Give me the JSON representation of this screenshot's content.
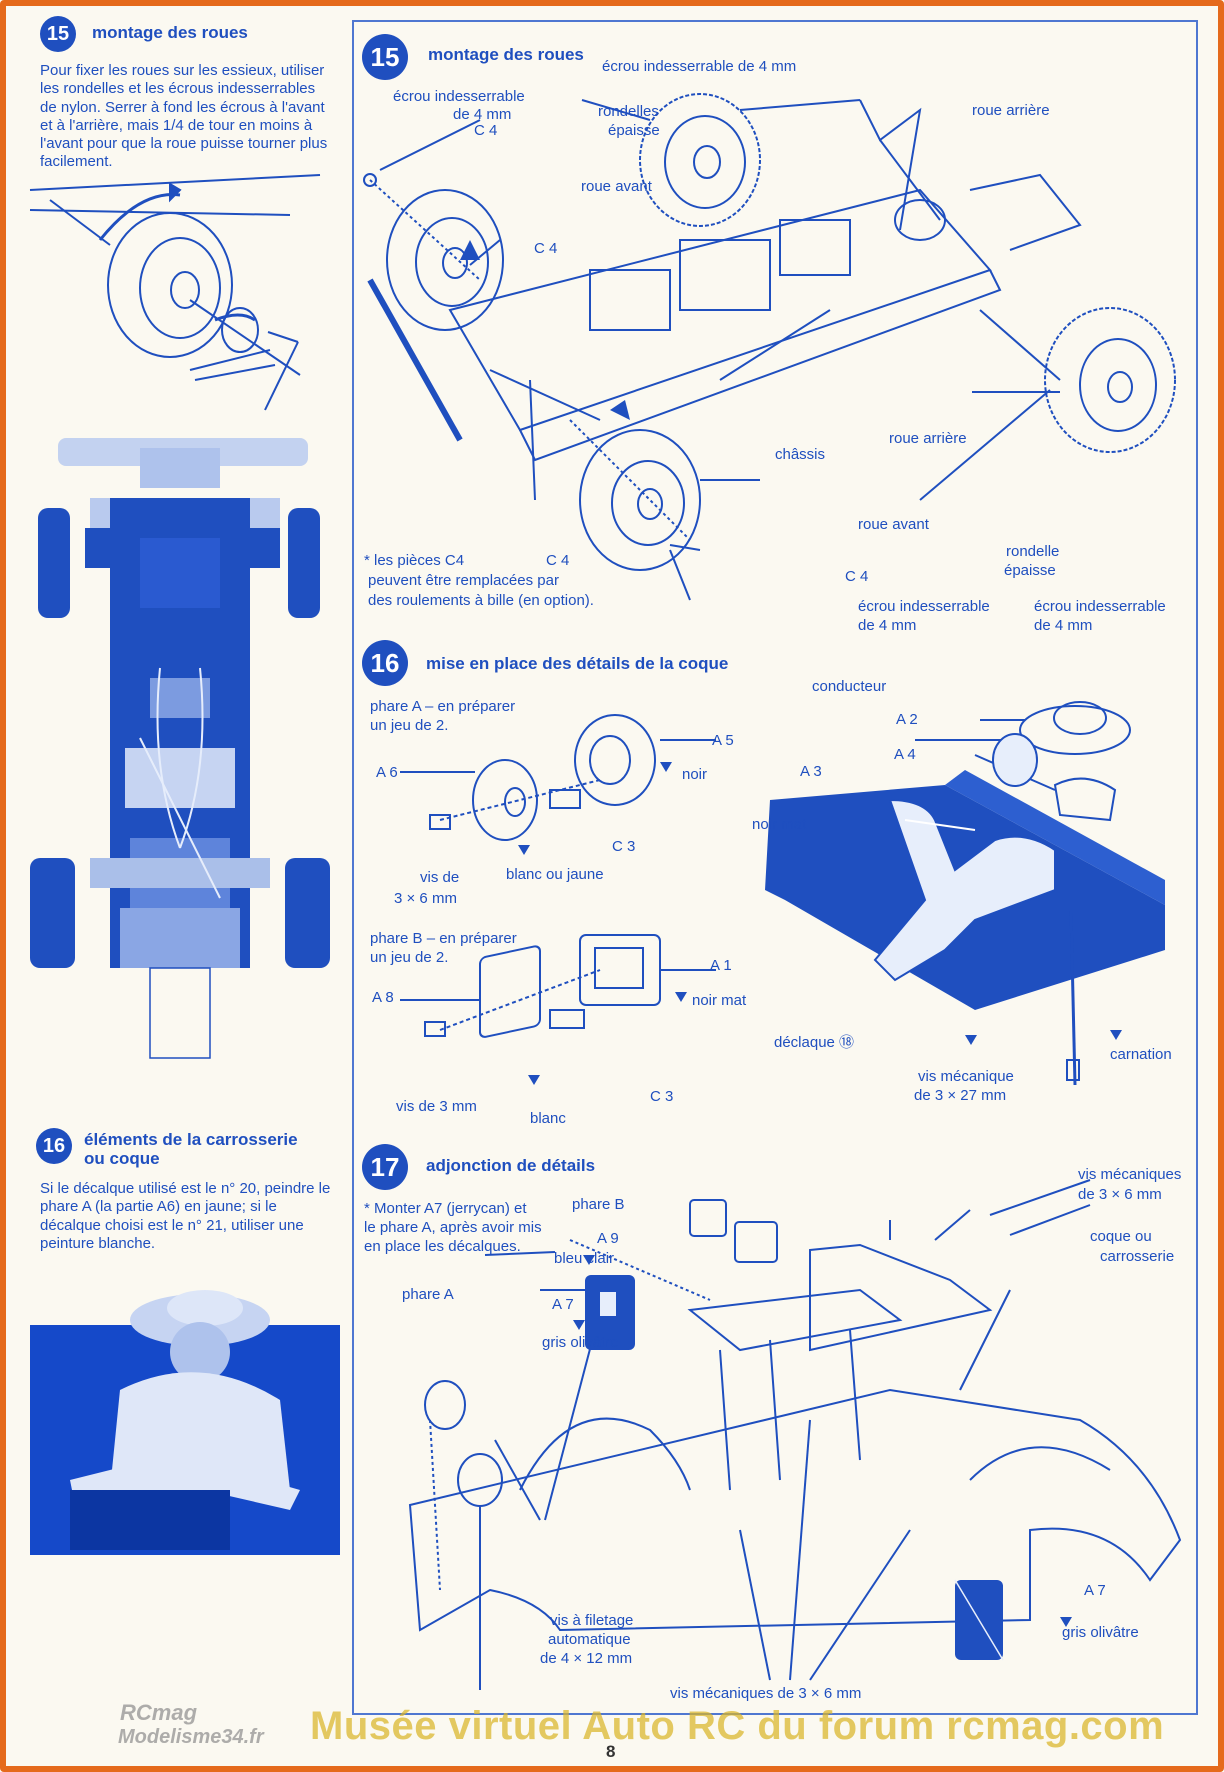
{
  "left": {
    "s15": {
      "num": "15",
      "title": "montage des roues",
      "text": "Pour fixer les roues sur les essieux, utiliser les rondelles et les écrous indesserrables de nylon. Serrer à fond les écrous à l'avant et à l'arrière, mais 1/4 de tour en moins à l'avant pour que la roue puisse tourner plus facilement."
    },
    "s16": {
      "num": "16",
      "title_l1": "éléments de la carrosserie",
      "title_l2": "ou coque",
      "text": "Si le décalque utilisé est le n° 20, peindre le phare A (la partie A6) en jaune; si le décalque choisi est le n° 21, utiliser une peinture blanche."
    }
  },
  "right": {
    "s15": {
      "num": "15",
      "title": "montage des roues",
      "labels": {
        "ecrou_top": "écrou indesserrable de 4 mm",
        "ecrou_left_l1": "écrou indesserrable",
        "ecrou_left_l2": "de 4 mm",
        "c4_a": "C 4",
        "rondelles_l1": "rondelles",
        "rondelles_l2": "épaisse",
        "roue_arriere_top": "roue arrière",
        "roue_avant_top": "roue avant",
        "c4_b": "C 4",
        "chassis": "châssis",
        "roue_arriere_right": "roue arrière",
        "roue_avant_bottom": "roue avant",
        "c4_c": "C 4",
        "c4_d": "C 4",
        "rondelle_r_l1": "rondelle",
        "rondelle_r_l2": "épaisse",
        "ecrou_b1_l1": "écrou indesserrable",
        "ecrou_b1_l2": "de 4 mm",
        "ecrou_b2_l1": "écrou indesserrable",
        "ecrou_b2_l2": "de 4 mm"
      },
      "note_l1": "* les pièces C4",
      "note_l2": "peuvent être remplacées par",
      "note_l3": "des roulements à bille (en option)."
    },
    "s16": {
      "num": "16",
      "title": "mise en place des détails de la coque",
      "labels": {
        "phareA_l1": "phare A – en préparer",
        "phareA_l2": "un jeu de 2.",
        "a6": "A 6",
        "a5": "A 5",
        "noir": "noir",
        "c3_a": "C 3",
        "vis36_l1": "vis de",
        "vis36_l2": "3 × 6 mm",
        "blanc_jaune": "blanc ou jaune",
        "phareB_l1": "phare B – en préparer",
        "phareB_l2": "un jeu de 2.",
        "a8": "A 8",
        "a1": "A 1",
        "noir_mat_a": "noir mat",
        "vis3": "vis de 3 mm",
        "blanc": "blanc",
        "c3_b": "C 3",
        "conducteur": "conducteur",
        "a2": "A 2",
        "a4": "A 4",
        "a3": "A 3",
        "noir_mat_b": "noir mat",
        "declaque": "déclaque ⑱",
        "carnation": "carnation",
        "vismeca_l1": "vis mécanique",
        "vismeca_l2": "de 3 × 27 mm"
      }
    },
    "s17": {
      "num": "17",
      "title": "adjonction de détails",
      "note_l1": "* Monter A7 (jerrycan) et",
      "note_l2": "le phare A, après avoir mis",
      "note_l3": "en place les décalques.",
      "labels": {
        "phareB": "phare B",
        "a9": "A 9",
        "bleu_clair": "bleu clair",
        "a7_a": "A 7",
        "gris_a": "gris olivâtre",
        "phareA": "phare A",
        "vismeca_tr_l1": "vis mécaniques",
        "vismeca_tr_l2": "de 3 × 6 mm",
        "coque_l1": "coque ou",
        "coque_l2": "carrosserie",
        "visfil_l1": "vis à filetage",
        "visfil_l2": "automatique",
        "visfil_l3": "de 4 × 12 mm",
        "vismeca_b": "vis mécaniques de 3 × 6 mm",
        "a7_b": "A 7",
        "gris_b": "gris olivâtre"
      }
    }
  },
  "page_number": "8",
  "watermark": "Musée virtuel Auto RC du forum rcmag.com",
  "logo_top": "RCmag",
  "logo_bottom": "Modelisme34.fr",
  "colors": {
    "ink": "#1f4fbf",
    "paper": "#fbf9f1",
    "border": "#e56a1c",
    "watermark": "#dab428"
  }
}
